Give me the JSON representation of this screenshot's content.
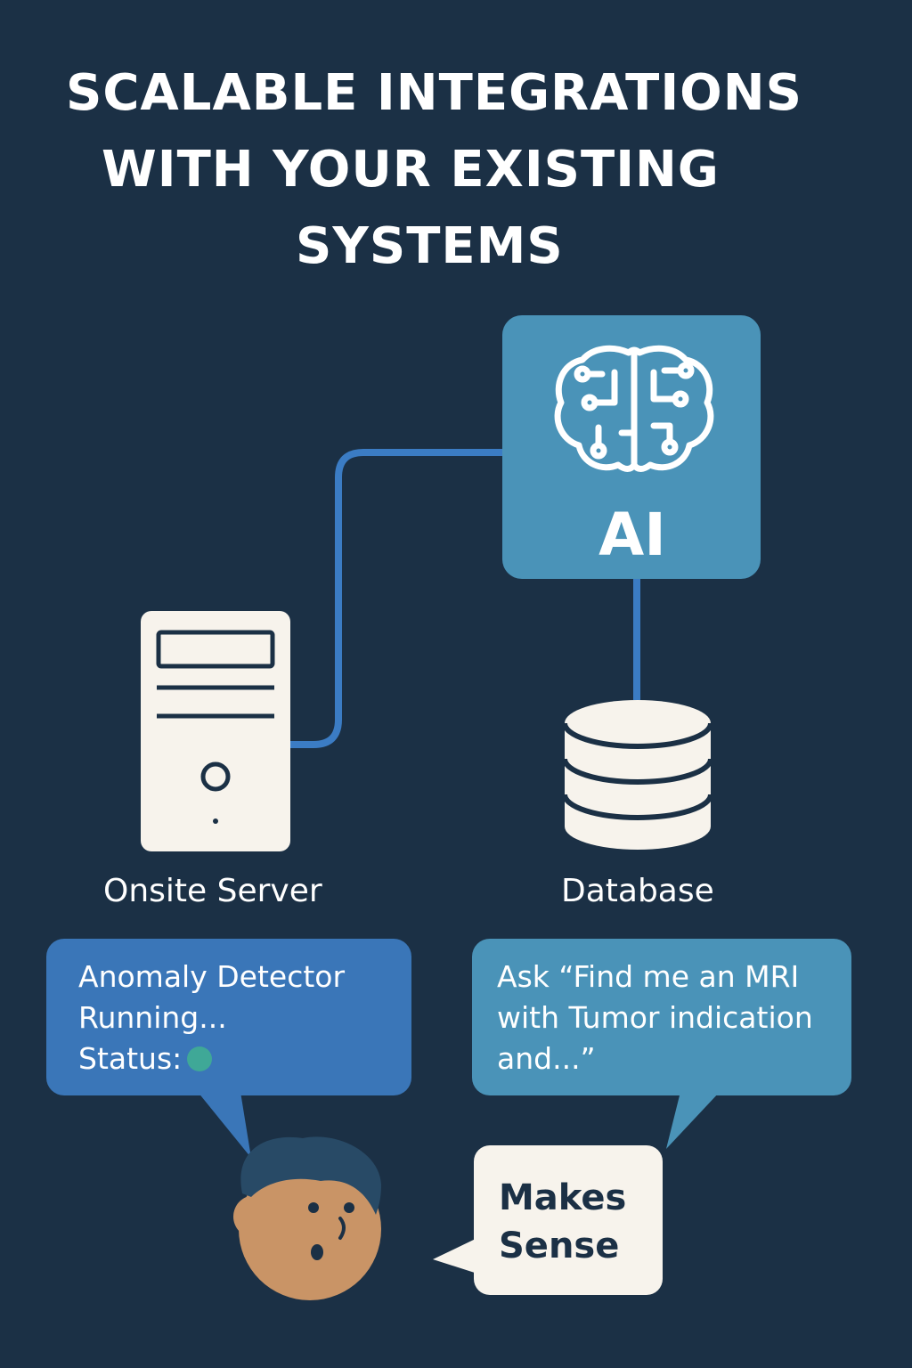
{
  "title": {
    "line1": "SCALABLE INTEGRATIONS",
    "line2": "WITH YOUR EXISTING",
    "line3": "SYSTEMS"
  },
  "ai_box": {
    "label": "AI",
    "icon": "brain-circuit-icon"
  },
  "server": {
    "label": "Onsite Server",
    "icon": "server-tower-icon"
  },
  "database": {
    "label": "Database",
    "icon": "database-cylinder-icon"
  },
  "server_bubble": {
    "line1": "Anomaly Detector",
    "line2": "Running...",
    "line3": "Status:",
    "status_color": "#3fa897"
  },
  "database_bubble": {
    "line1": "Ask “Find me an MRI",
    "line2": "with Tumor indication",
    "line3": "and...”"
  },
  "person_bubble": {
    "line1": "Makes",
    "line2": "Sense"
  },
  "colors": {
    "background": "#1b3045",
    "ai_box": "#4a93b8",
    "connector": "#3b7cc4",
    "bubble_left": "#3a76b8",
    "bubble_right": "#4a93b8",
    "appliance": "#f7f3ec",
    "face": "#c99466",
    "hair": "#284a66"
  }
}
